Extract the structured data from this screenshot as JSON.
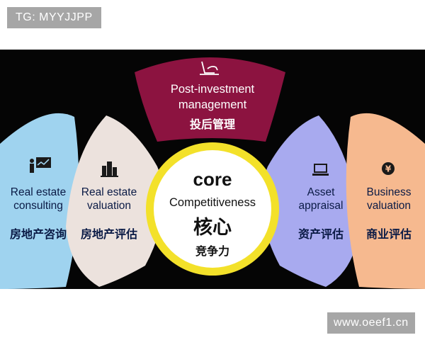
{
  "watermark_top": "TG: MYYJJPP",
  "watermark_bottom": "www.oeef1.cn",
  "center": {
    "line1": "core",
    "line2": "Competitiveness",
    "zh_main": "核心",
    "zh_sub": "竞争力"
  },
  "top_petal": {
    "line1": "Post-investment",
    "line2": "management",
    "zh": "投后管理",
    "icon": "laptop-hand-icon"
  },
  "petals": [
    {
      "line1": "Real estate",
      "line2": "consulting",
      "zh": "房地产咨询",
      "icon": "presenter-board-icon"
    },
    {
      "line1": "Real estate",
      "line2": "valuation",
      "zh": "房地产评估",
      "icon": "buildings-icon"
    },
    {
      "line1": "Asset",
      "line2": "appraisal",
      "zh": "资产评估",
      "icon": "laptop-icon"
    },
    {
      "line1": "Business",
      "line2": "valuation",
      "zh": "商业评估",
      "icon": "yen-coin-icon"
    }
  ],
  "colors": {
    "background": "#050505",
    "petal_consulting": "#9fd3ef",
    "petal_valuation": "#ece2dd",
    "petal_top": "#8c1340",
    "petal_asset": "#a8aaef",
    "petal_business": "#f6b98f",
    "center_fill": "#ffffff",
    "center_ring": "#f3e12a"
  }
}
